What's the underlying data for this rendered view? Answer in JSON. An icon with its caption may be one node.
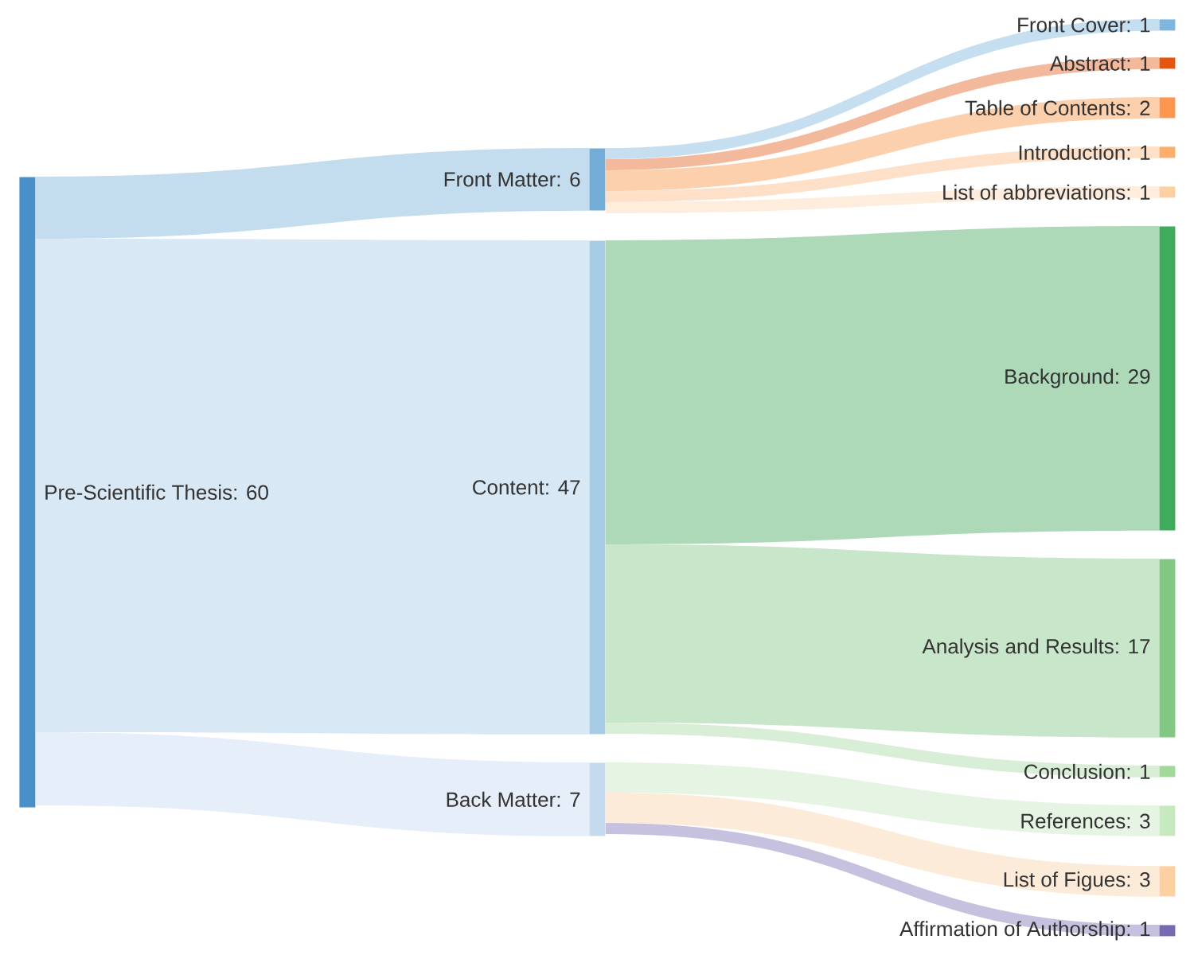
{
  "diagram": {
    "nodes": [
      {
        "text": [
          "Pre-Scientific Thesis: 60"
        ]
      },
      {
        "text": [
          "Front Matter: 6"
        ]
      },
      {
        "text": [
          "Content: 47"
        ]
      },
      {
        "text": [
          "Back Matter: 7"
        ]
      },
      {
        "text": [
          "Front Cover: 1"
        ]
      },
      {
        "text": [
          "Abstract: 1"
        ]
      },
      {
        "text": [
          "Table of Contents: 2"
        ]
      },
      {
        "text": [
          "Introduction: 1"
        ]
      },
      {
        "text": [
          "List of abbreviations: 1"
        ]
      },
      {
        "text": [
          "Background: 29"
        ]
      },
      {
        "text": [
          "Analysis and Results: 17"
        ]
      },
      {
        "text": [
          "Conclusion: 1"
        ]
      },
      {
        "text": [
          "References: 3"
        ]
      },
      {
        "text": [
          "List of Figues: 3"
        ]
      },
      {
        "text": [
          "Affirmation of Authorship: 1"
        ]
      }
    ],
    "edges": [
      {
        "from": 0,
        "to": 1,
        "arrow": "none",
        "color": "#c3dcee"
      },
      {
        "from": 0,
        "to": 2,
        "arrow": "none",
        "color": "#d8e8f4"
      },
      {
        "from": 0,
        "to": 3,
        "arrow": "none",
        "color": "#e6eef9"
      },
      {
        "from": 1,
        "to": 4,
        "arrow": "none",
        "color": "#c6dff0"
      },
      {
        "from": 1,
        "to": 5,
        "arrow": "none",
        "color": "#f3b99d"
      },
      {
        "from": 1,
        "to": 6,
        "arrow": "none",
        "color": "#fdd0ad"
      },
      {
        "from": 1,
        "to": 7,
        "arrow": "none",
        "color": "#fde0c7"
      },
      {
        "from": 1,
        "to": 8,
        "arrow": "none",
        "color": "#feeddd"
      },
      {
        "from": 2,
        "to": 9,
        "arrow": "none",
        "color": "#add9b8"
      },
      {
        "from": 2,
        "to": 10,
        "arrow": "none",
        "color": "#c8e6c9"
      },
      {
        "from": 2,
        "to": 11,
        "arrow": "none",
        "color": "#d8eed6"
      },
      {
        "from": 3,
        "to": 12,
        "arrow": "none",
        "color": "#e6f4e3"
      },
      {
        "from": 3,
        "to": 13,
        "arrow": "none",
        "color": "#fdebd9"
      },
      {
        "from": 3,
        "to": 14,
        "arrow": "none",
        "color": "#c5c1df"
      }
    ]
  }
}
